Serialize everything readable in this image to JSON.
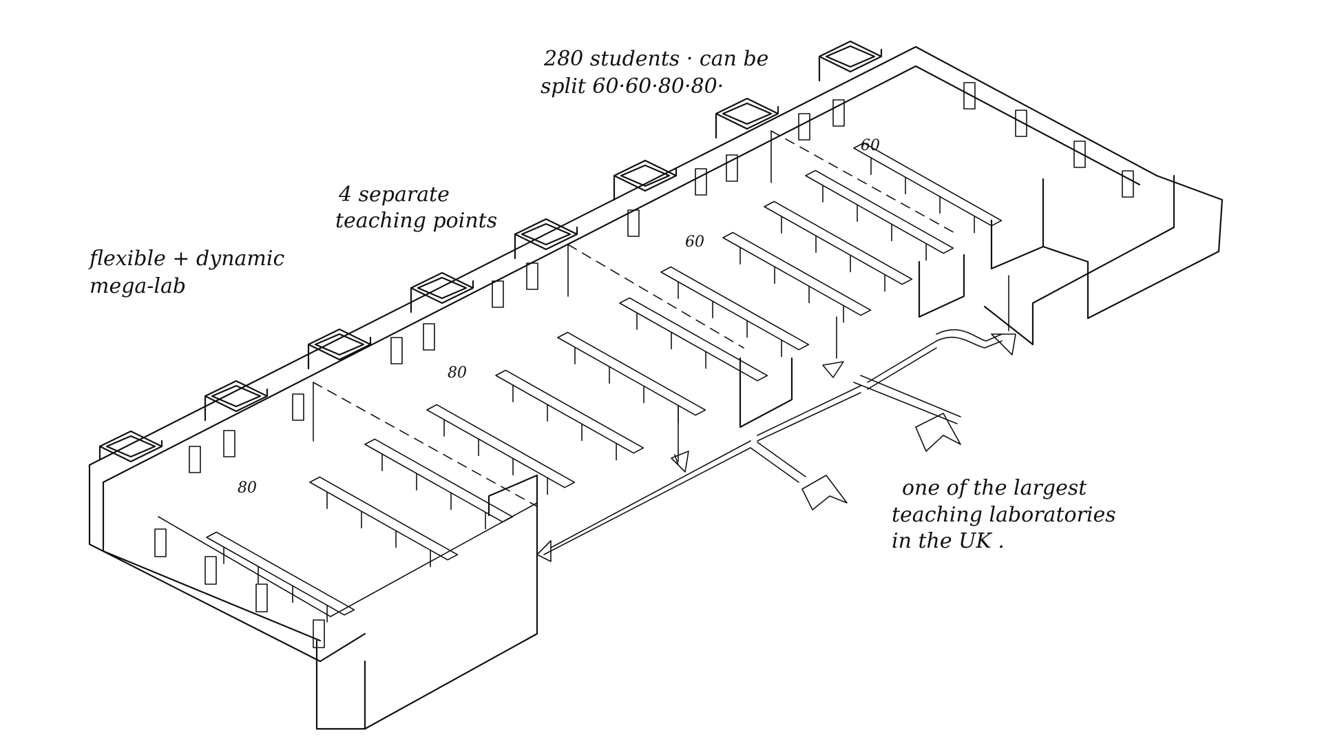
{
  "annotations": {
    "students_line1": "280 students · can be",
    "students_line2": "split 60·60·80·80·",
    "teaching_line1": "4 separate",
    "teaching_line2": "teaching points",
    "flexible_line1": "flexible + dynamic",
    "flexible_line2": "mega-lab",
    "largest_line1": "one of the largest",
    "largest_line2": "teaching laboratories",
    "largest_line3": "in the UK ."
  },
  "capacities": {
    "zone_1": "60",
    "zone_2": "60",
    "zone_3": "80",
    "zone_4": "80"
  }
}
